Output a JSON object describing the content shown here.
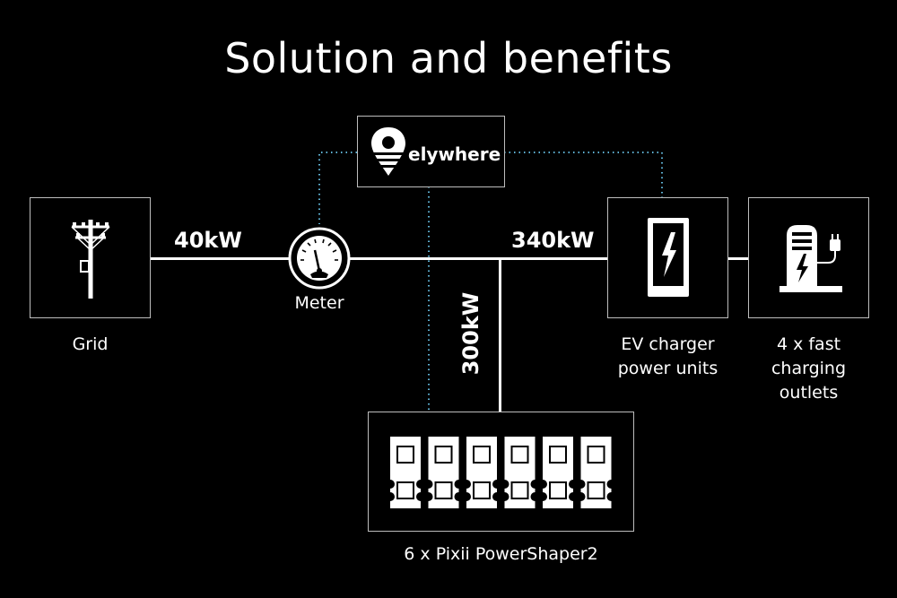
{
  "title": "Solution and benefits",
  "brand": {
    "name": "elywhere"
  },
  "nodes": {
    "grid": {
      "label": "Grid",
      "icon": "utility-pole-icon"
    },
    "meter": {
      "label": "Meter",
      "icon": "speedometer-icon"
    },
    "charger_units": {
      "label_line1": "EV charger",
      "label_line2": "power units",
      "icon": "lightning-cabinet-icon"
    },
    "outlets": {
      "label_line1": "4 x fast",
      "label_line2": "charging",
      "label_line3": "outlets",
      "icon": "ev-charging-station-icon"
    },
    "battery": {
      "label": "6 x Pixii PowerShaper2",
      "unit_count": 6,
      "icon": "battery-module-icon"
    }
  },
  "flows": {
    "grid_to_meter": "40kW",
    "to_chargers": "340kW",
    "from_battery": "300kW"
  },
  "colors": {
    "background": "#000000",
    "foreground": "#ffffff",
    "dotted_link": "#5fb3d6",
    "box_border": "#bdbdbd"
  }
}
